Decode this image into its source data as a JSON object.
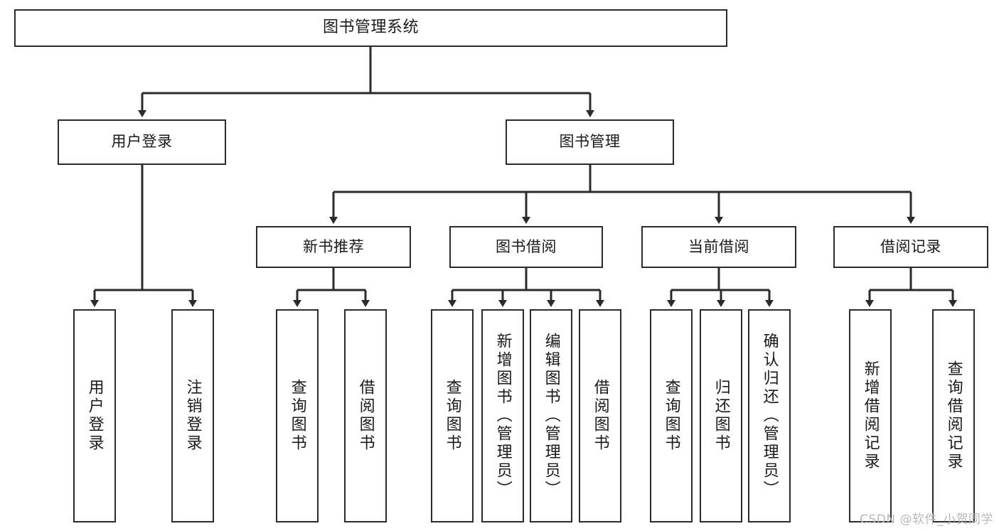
{
  "diagram": {
    "title": "图书管理系统",
    "watermark": "CSDN @软件_小贺同学",
    "colors": {
      "stroke": "#2b2b2b",
      "fill": "#ffffff",
      "text": "#1a1a1a",
      "watermark": "#b9b9b9"
    },
    "nodes": {
      "root": "图书管理系统",
      "level2": [
        "用户登录",
        "图书管理"
      ],
      "level3": [
        "新书推荐",
        "图书借阅",
        "当前借阅",
        "借阅记录"
      ],
      "leaves": {
        "user_login": [
          "用户登录",
          "注销登录"
        ],
        "new_book": [
          "查询图书",
          "借阅图书"
        ],
        "borrow_book": [
          "查询图书",
          "新增图书（管理员）",
          "编辑图书（管理员）",
          "借阅图书"
        ],
        "current_borrow": [
          "查询图书",
          "归还图书",
          "确认归还（管理员）"
        ],
        "borrow_record": [
          "新增借阅记录",
          "查询借阅记录"
        ]
      }
    }
  }
}
